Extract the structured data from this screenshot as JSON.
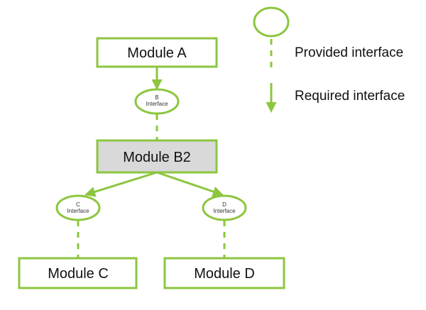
{
  "modules": {
    "a": "Module A",
    "b2": "Module B2",
    "c": "Module C",
    "d": "Module D"
  },
  "interfaces": {
    "b": {
      "line1": "B",
      "line2": "Interface"
    },
    "c": {
      "line1": "C",
      "line2": "Interface"
    },
    "d": {
      "line1": "D",
      "line2": "Interface"
    }
  },
  "legend": {
    "provided": "Provided interface",
    "required": "Required interface"
  },
  "colors": {
    "stroke": "#8cc63f",
    "highlight_fill": "#d9d9d9",
    "box_fill": "#ffffff"
  }
}
